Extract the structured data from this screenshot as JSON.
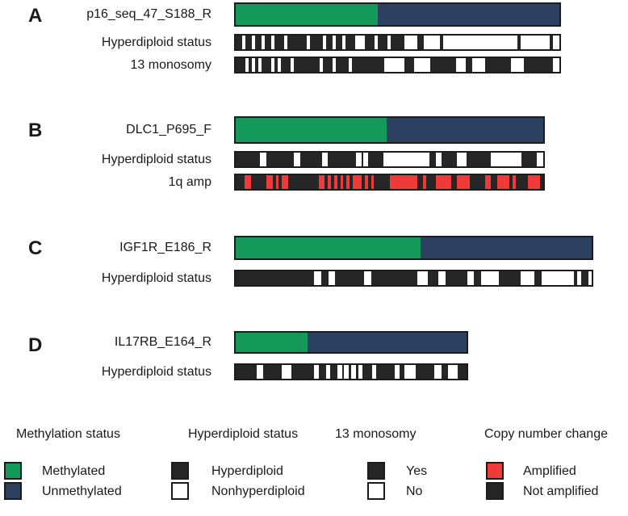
{
  "colors": {
    "methylated": "#14995a",
    "unmethylated": "#2c4162",
    "hyperdiploid": "#262626",
    "nonhyperdiploid": "#ffffff",
    "amplified": "#f03a3a",
    "not_amplified": "#262626",
    "border": "#1c1c1c"
  },
  "panels": [
    {
      "letter": "A",
      "gene": "p16_seq_47_S188_R",
      "methylated_fraction": 0.44,
      "tracks": [
        {
          "label": "Hyperdiploid status",
          "blocks": [
            [
              0,
              2
            ],
            [
              3,
              5
            ],
            [
              6,
              8
            ],
            [
              9,
              11
            ],
            [
              12,
              15
            ],
            [
              16,
              22
            ],
            [
              23,
              27
            ],
            [
              28,
              30
            ],
            [
              31,
              33
            ],
            [
              34,
              37
            ],
            [
              40,
              43
            ],
            [
              44,
              47
            ],
            [
              48,
              52
            ],
            [
              56,
              58
            ],
            [
              63,
              64
            ],
            [
              87,
              88
            ],
            [
              97,
              98
            ]
          ],
          "on": "#262626",
          "off": "#ffffff"
        },
        {
          "label": "13 monosomy",
          "blocks": [
            [
              0,
              3
            ],
            [
              4,
              5
            ],
            [
              6,
              7
            ],
            [
              8,
              11
            ],
            [
              12,
              13
            ],
            [
              14,
              17
            ],
            [
              18,
              26
            ],
            [
              27,
              30
            ],
            [
              31,
              35
            ],
            [
              36,
              46
            ],
            [
              52,
              55
            ],
            [
              60,
              68
            ],
            [
              71,
              73
            ],
            [
              77,
              85
            ],
            [
              89,
              98
            ]
          ],
          "on": "#262626",
          "off": "#ffffff"
        }
      ]
    },
    {
      "letter": "B",
      "gene": "DLC1_P695_F",
      "methylated_fraction": 0.49,
      "tracks": [
        {
          "label": "Hyperdiploid status",
          "blocks": [
            [
              0,
              8
            ],
            [
              10,
              19
            ],
            [
              21,
              28
            ],
            [
              30,
              39
            ],
            [
              41,
              41
            ],
            [
              43,
              48
            ],
            [
              63,
              65
            ],
            [
              67,
              72
            ],
            [
              75,
              83
            ],
            [
              93,
              98
            ]
          ],
          "on": "#262626",
          "off": "#ffffff"
        },
        {
          "label": "1q amp",
          "blocks": [
            [
              3,
              5
            ],
            [
              10,
              12
            ],
            [
              13,
              14
            ],
            [
              15,
              17
            ],
            [
              27,
              29
            ],
            [
              30,
              31
            ],
            [
              32,
              33
            ],
            [
              34,
              35
            ],
            [
              36,
              37
            ],
            [
              38,
              41
            ],
            [
              42,
              43
            ],
            [
              44,
              45
            ],
            [
              50,
              59
            ],
            [
              61,
              62
            ],
            [
              65,
              70
            ],
            [
              72,
              76
            ],
            [
              81,
              83
            ],
            [
              85,
              89
            ],
            [
              90,
              91
            ],
            [
              95,
              99
            ]
          ],
          "on": "#f03a3a",
          "off": "#262626"
        }
      ]
    },
    {
      "letter": "C",
      "gene": "IGF1R_E186_R",
      "methylated_fraction": 0.52,
      "tracks": [
        {
          "label": "Hyperdiploid status",
          "blocks": [
            [
              0,
              22
            ],
            [
              24,
              26
            ],
            [
              28,
              36
            ],
            [
              38,
              51
            ],
            [
              54,
              57
            ],
            [
              59,
              65
            ],
            [
              67,
              69
            ],
            [
              74,
              80
            ],
            [
              84,
              86
            ],
            [
              95,
              96
            ],
            [
              97,
              99
            ]
          ],
          "on": "#262626",
          "off": "#ffffff"
        }
      ]
    },
    {
      "letter": "D",
      "gene": "IL17RB_E164_R",
      "methylated_fraction": 0.31,
      "tracks": [
        {
          "label": "Hyperdiploid status",
          "blocks": [
            [
              0,
              9
            ],
            [
              12,
              20
            ],
            [
              24,
              34
            ],
            [
              36,
              39
            ],
            [
              41,
              44
            ],
            [
              46,
              47
            ],
            [
              49,
              50
            ],
            [
              52,
              53
            ],
            [
              55,
              59
            ],
            [
              61,
              69
            ],
            [
              71,
              73
            ],
            [
              78,
              86
            ],
            [
              89,
              92
            ],
            [
              96,
              100
            ]
          ],
          "on": "#262626",
          "off": "#ffffff"
        }
      ]
    }
  ],
  "legend": [
    {
      "title": "Methylation status",
      "items": [
        {
          "label": "Methylated",
          "color": "#14995a"
        },
        {
          "label": "Unmethylated",
          "color": "#2c4162"
        }
      ]
    },
    {
      "title": "Hyperdiploid status",
      "items": [
        {
          "label": "Hyperdiploid",
          "color": "#262626"
        },
        {
          "label": "Nonhyperdiploid",
          "color": "#ffffff"
        }
      ]
    },
    {
      "title": "13 monosomy",
      "items": [
        {
          "label": "Yes",
          "color": "#262626"
        },
        {
          "label": "No",
          "color": "#ffffff"
        }
      ]
    },
    {
      "title": "Copy number change",
      "items": [
        {
          "label": "Amplified",
          "color": "#f03a3a"
        },
        {
          "label": "Not amplified",
          "color": "#262626"
        }
      ]
    }
  ]
}
